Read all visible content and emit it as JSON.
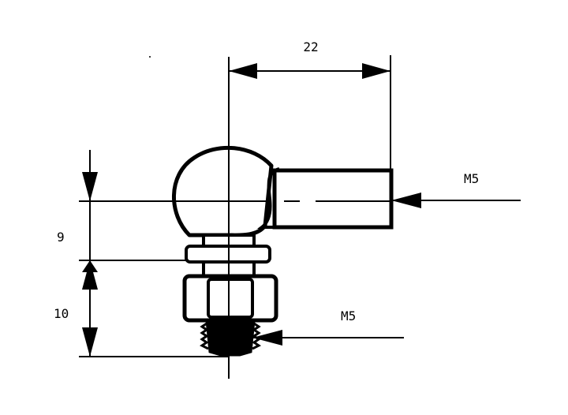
{
  "diagram": {
    "dimensions": {
      "top_width": "22",
      "upper_height": "9",
      "lower_height": "10"
    },
    "threads": {
      "side_thread": "M5",
      "bottom_thread": "M5"
    },
    "colors": {
      "line": "#000000",
      "background": "#ffffff"
    }
  }
}
